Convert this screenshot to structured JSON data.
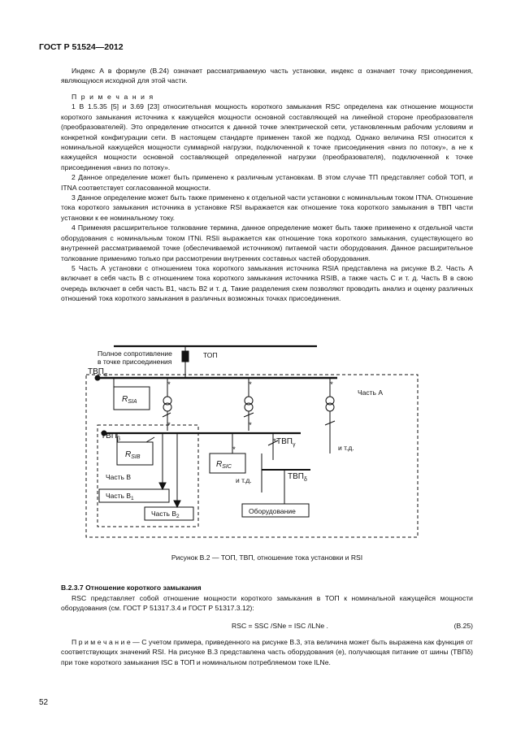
{
  "header": {
    "doc_id": "ГОСТ Р 51524—2012"
  },
  "intro": {
    "p1": "Индекс A в формуле (В.24) означает рассматриваемую часть установки, индекс α означает точку присоединения, являющуюся исходной для этой части."
  },
  "notes": {
    "title": "П р и м е ч а н и я",
    "n1": "1 В 1.5.35 [5] и 3.69 [23] относительная мощность короткого замыкания RSC определена как отношение мощности короткого замыкания источника к кажущейся мощности основной составляющей на линейной стороне преобразователя (преобразователей). Это определение относится к данной точке электрической сети, установленным рабочим условиям и конкретной конфигурации сети. В настоящем стандарте применен такой же подход. Однако величина RSI относится к номинальной кажущейся мощности суммарной нагрузки, подключенной к точке присоединения «вниз по потоку», а не к кажущейся мощности основной составляющей определенной нагрузки (преобразователя), подключенной к точке присоединения «вниз по потоку».",
    "n2": "2 Данное определение может быть применено к различным установкам. В этом случае ТП представляет собой ТОП, и ITNA соответствует согласованной мощности.",
    "n3": "3 Данное определение может быть также применено к отдельной части установки с номинальным током ITNA. Отношение тока короткого замыкания источника в установке RSI выражается как отношение тока короткого замыкания в ТВП части установки к ее номинальному току.",
    "n4": "4 Применяя расширительное толкование термина, данное определение может быть также применено к отдельной части оборудования с номинальным током ITNi. RSIi выражается как отношение тока короткого замыкания, существующего во внутренней рассматриваемой точке (обеспечиваемой источником) питаемой части оборудования. Данное расширительное толкование применимо только при рассмотрении внутренних составных частей оборудования.",
    "n5": "5 Часть А установки с отношением тока короткого замыкания источника RSIA представлена на рисунке В.2. Часть А включает в себя часть В с отношением тока короткого замыкания источника RSIB, а также часть С и т. д. Часть В в свою очередь включает в себя часть В1, часть В2 и т. д. Такие разделения схем позволяют проводить анализ и оценку различных отношений тока короткого замыкания в различных возможных точках присоединения."
  },
  "figure": {
    "label_impedance_1": "Полное сопротивление",
    "label_impedance_2": "в точке присоединения",
    "label_top": "ТОП",
    "tvp": "ТВП",
    "sub_alpha": "α",
    "sub_beta": "β",
    "sub_gamma": "γ",
    "sub_delta": "δ",
    "part_a": "Часть А",
    "part_b": "Часть В",
    "part_b1": "Часть В",
    "part_b2": "Часть В",
    "sub_1": "1",
    "sub_2": "2",
    "r_main": "R",
    "sub_sia": "SIA",
    "sub_sib": "SIB",
    "sub_sic": "SIC",
    "etc": "и т.д.",
    "equipment": "Оборудование",
    "caption": "Рисунок В.2 — ТОП, ТВП, отношение тока установки и RSI"
  },
  "section": {
    "title": "В.2.3.7 Отношение короткого замыкания",
    "p1": "RSC представляет собой отношение мощности короткого замыкания в ТОП к номинальной кажущейся мощности оборудования (см. ГОСТ Р 51317.3.4 и ГОСТ Р 51317.3.12):",
    "formula": "RSC = SSC /SNe = ISC /ILNe .",
    "formula_no": "(В.25)",
    "note": "П р и м е ч а н и е — С учетом примера, приведенного на рисунке В.3, эта величина может быть выражена как функция от соответствующих значений RSI. На рисунке В.3 представлена часть оборудования (е), получающая питание от шины (ТВПδ) при токе короткого замыкания ISC в ТОП и номинальном потребляемом токе ILNe."
  },
  "footer": {
    "page_number": "52"
  }
}
